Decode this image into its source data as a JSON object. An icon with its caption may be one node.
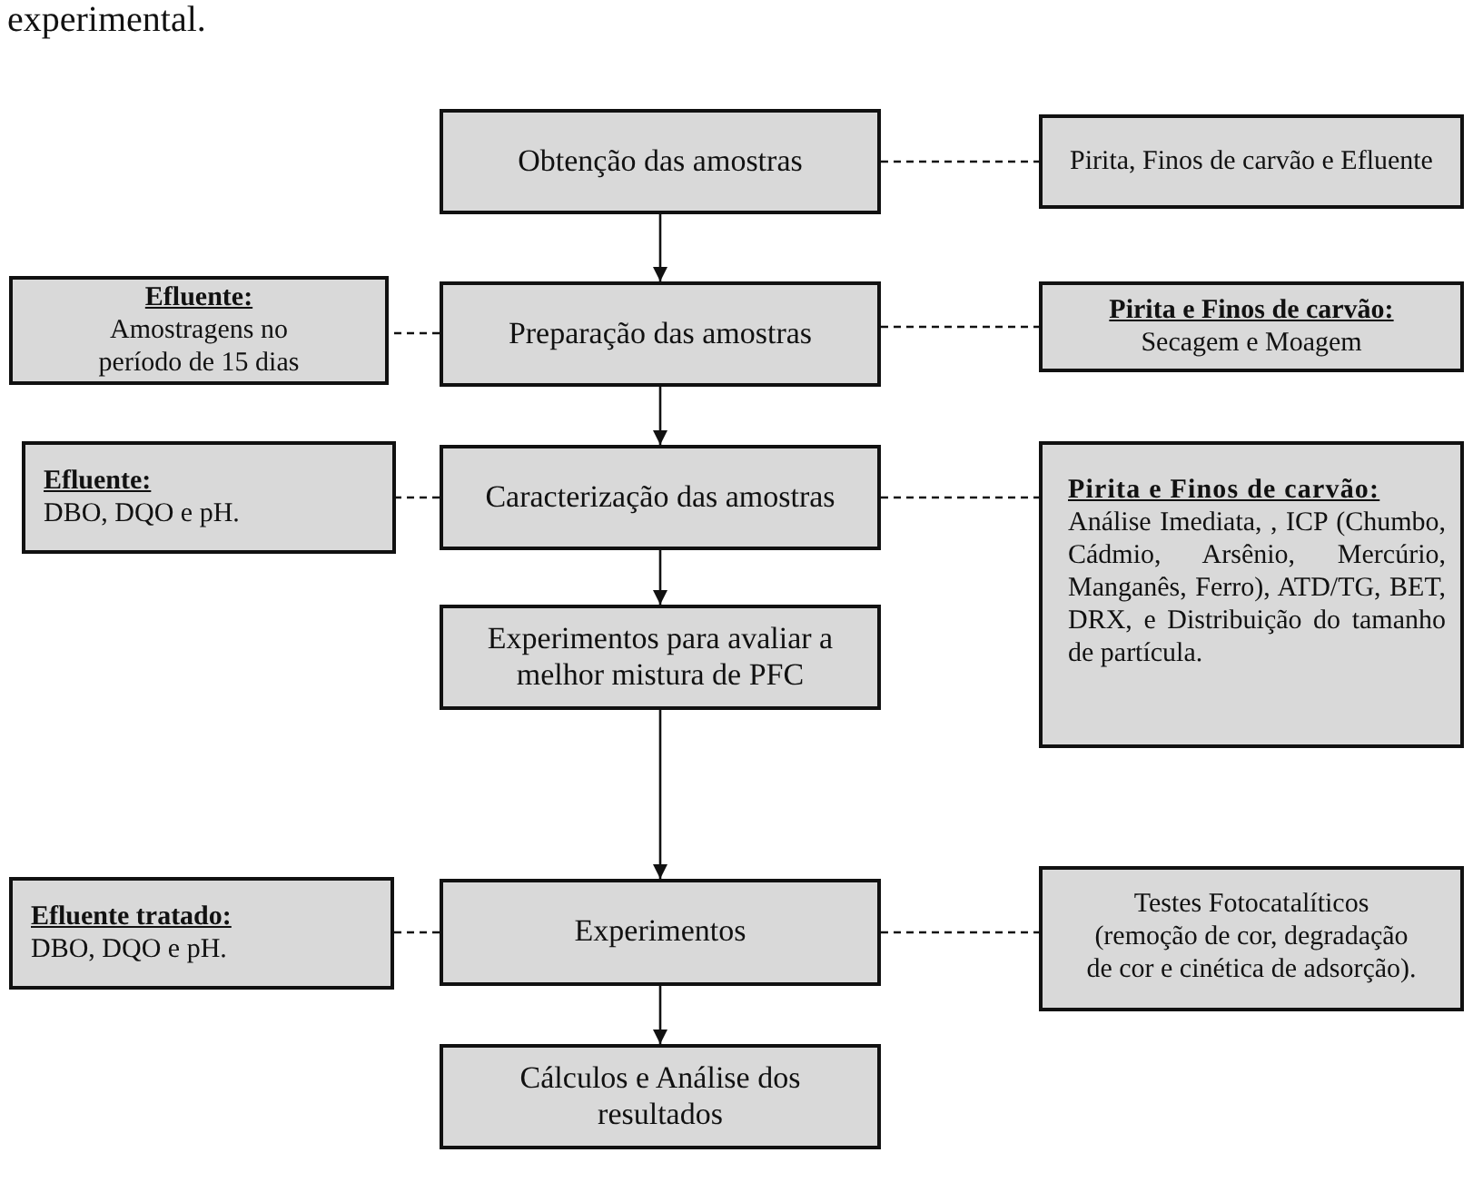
{
  "diagram": {
    "nodes": [
      {
        "text": [
          "Obtenção das amostras"
        ]
      },
      {
        "text": [
          "Pirita, Finos de carvão e Efluente"
        ]
      },
      {
        "text": [
          "Efluente:",
          "Amostragens no período de 15 dias"
        ]
      },
      {
        "text": [
          "Preparação das amostras"
        ]
      },
      {
        "text": [
          "Pirita e Finos de carvão:",
          "Secagem e Moagem"
        ]
      },
      {
        "text": [
          "Efluente:",
          "DBO, DQO e pH."
        ]
      },
      {
        "text": [
          "Caracterização das amostras"
        ]
      },
      {
        "text": [
          "Pirita e Finos de carvão:",
          "Análise Imediata, , ICP (Chumbo, Cádmio, Arsênio, Mercúrio, Manganês, Ferro), ATD/TG, BET, DRX, e Distribuição do tamanho de partícula."
        ]
      },
      {
        "text": [
          "Experimentos para avaliar a melhor mistura de PFC"
        ]
      },
      {
        "text": [
          "Efluente tratado:",
          "DBO, DQO e pH."
        ]
      },
      {
        "text": [
          "Experimentos"
        ]
      },
      {
        "text": [
          "Testes Fotocatalíticos (remoção de cor, degradação de cor e cinética de adsorção)."
        ]
      },
      {
        "text": [
          "Cálculos e Análise dos resultados"
        ]
      }
    ],
    "edges": [
      {
        "from": 0,
        "to": 3,
        "arrow": "to"
      },
      {
        "from": 3,
        "to": 6,
        "arrow": "to"
      },
      {
        "from": 6,
        "to": 8,
        "arrow": "to"
      },
      {
        "from": 8,
        "to": 10,
        "arrow": "to"
      },
      {
        "from": 10,
        "to": 12,
        "arrow": "to"
      },
      {
        "from": 0,
        "to": 1,
        "arrow": "none",
        "style": "dashed"
      },
      {
        "from": 3,
        "to": 2,
        "arrow": "none",
        "style": "dashed"
      },
      {
        "from": 3,
        "to": 4,
        "arrow": "none",
        "style": "dashed"
      },
      {
        "from": 6,
        "to": 5,
        "arrow": "none",
        "style": "dashed"
      },
      {
        "from": 6,
        "to": 7,
        "arrow": "none",
        "style": "dashed"
      },
      {
        "from": 10,
        "to": 9,
        "arrow": "none",
        "style": "dashed"
      },
      {
        "from": 10,
        "to": 11,
        "arrow": "none",
        "style": "dashed"
      }
    ],
    "labels": [
      "experimental."
    ]
  }
}
